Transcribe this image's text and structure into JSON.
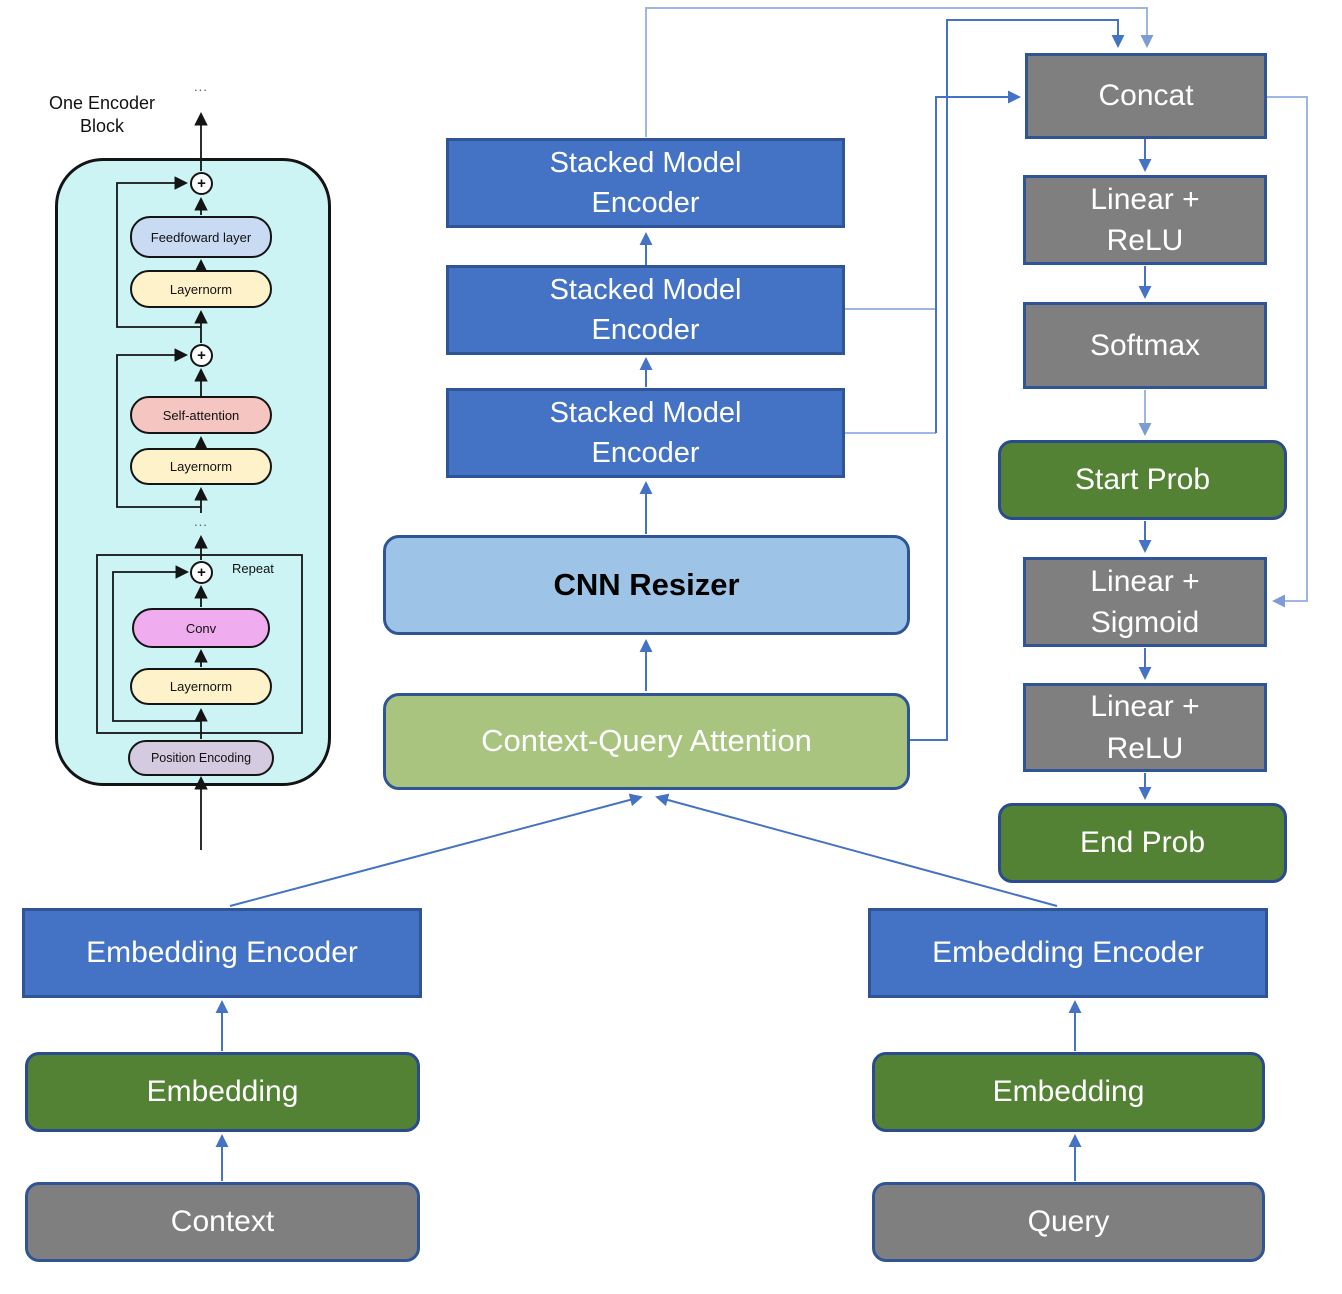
{
  "inset": {
    "title": "One Encoder Block",
    "dots_top": "...",
    "dots_mid": "...",
    "plus": "+",
    "repeat_label": "Repeat",
    "feedforward": "Feedfoward layer",
    "layernorm": "Layernorm",
    "self_attention": "Self-attention",
    "conv": "Conv",
    "position_encoding": "Position Encoding"
  },
  "main": {
    "stacked_encoders": [
      "Stacked Model Encoder",
      "Stacked Model Encoder",
      "Stacked Model Encoder"
    ],
    "cnn_resizer": "CNN Resizer",
    "context_query_attention": "Context-Query Attention",
    "concat": "Concat",
    "linear_relu_top": "Linear + ReLU",
    "softmax": "Softmax",
    "start_prob": "Start Prob",
    "linear_sigmoid": "Linear + Sigmoid",
    "linear_relu_bottom": "Linear + ReLU",
    "end_prob": "End Prob",
    "left_branch": {
      "encoder": "Embedding Encoder",
      "embedding": "Embedding",
      "input": "Context"
    },
    "right_branch": {
      "encoder": "Embedding Encoder",
      "embedding": "Embedding",
      "input": "Query"
    }
  },
  "colors": {
    "encoder_blue": "#4472C4",
    "box_gray": "#7F7F7F",
    "box_green": "#548235",
    "cnn_light_blue": "#9DC3E6",
    "attention_light_green": "#A9C47F",
    "border_navy": "#2F5597",
    "connector_blue": "#4472C4",
    "connector_light_blue": "#9DB6E4",
    "inset_background": "#CDF4F4",
    "inset_feedforward": "#C9DAF3",
    "inset_layernorm": "#FEF2CB",
    "inset_self_attention": "#F4C5C1",
    "inset_conv": "#EFACEF",
    "inset_position_encoding": "#D4CBE0"
  }
}
